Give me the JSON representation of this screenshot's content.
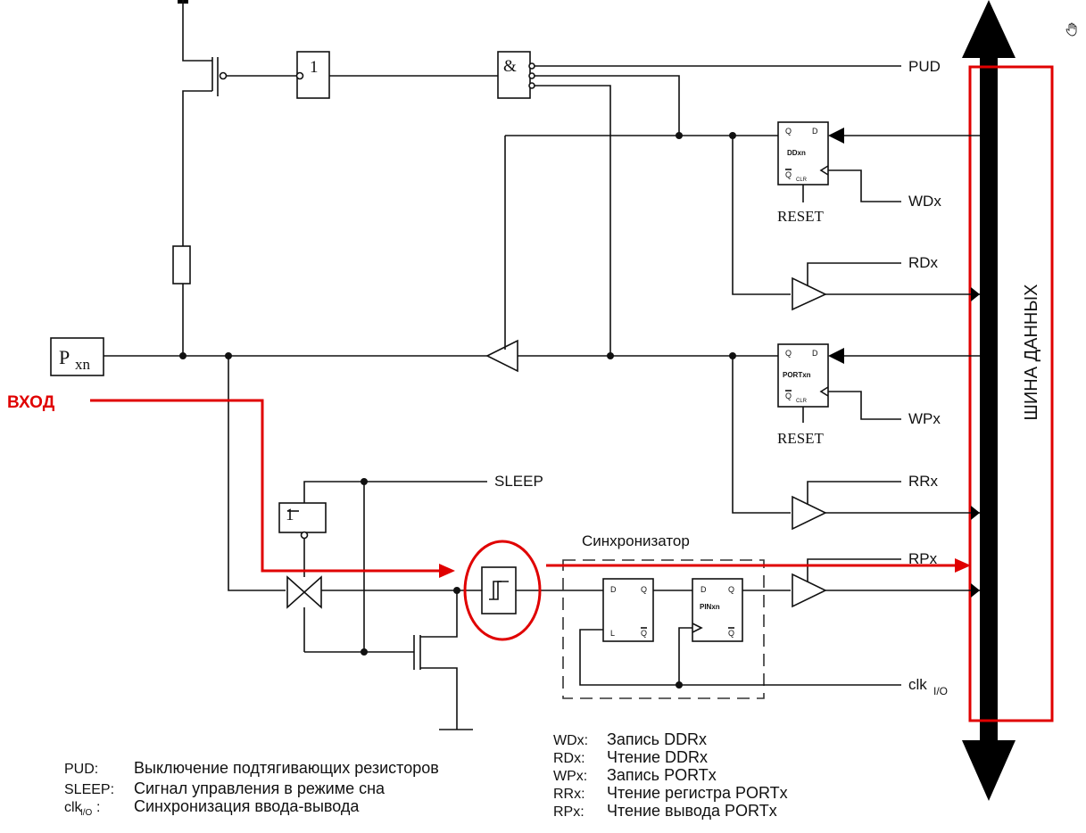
{
  "signals": {
    "pud": "PUD",
    "wdx": "WDx",
    "rdx": "RDx",
    "wpx": "WPx",
    "rrx": "RRx",
    "rpx": "RPx",
    "sleep": "SLEEP",
    "clk_main": "clk",
    "clk_sub": "I/O",
    "reset_ddxn": "RESET",
    "reset_portxn": "RESET"
  },
  "pin": {
    "main": "P",
    "sub": "xn"
  },
  "gates": {
    "or_top": "1",
    "and_top": "&",
    "inverter_sleep": "1"
  },
  "flipflops": {
    "ddxn": {
      "name": "DDxn",
      "q": "Q",
      "d": "D",
      "qbar": "Q",
      "clr": "CLR"
    },
    "portxn": {
      "name": "PORTxn",
      "q": "Q",
      "d": "D",
      "qbar": "Q",
      "clr": "CLR"
    },
    "latch": {
      "d": "D",
      "q": "Q",
      "l": "L",
      "qbar": "Q"
    },
    "pinxn": {
      "name": "PINxn",
      "d": "D",
      "q": "Q",
      "qbar": "Q"
    }
  },
  "synchronizer_label": "Синхронизатор",
  "input_annotation": "ВХОД",
  "bus_label": "ШИНА ДАННЫХ",
  "legend_left": [
    {
      "key": "PUD:",
      "text": "Выключение подтягивающих резисторов"
    },
    {
      "key": "SLEEP:",
      "text": "Сигнал управления в режиме сна"
    },
    {
      "key": "clk",
      "key_sub": "I/O",
      "key_suffix": ":",
      "text": "Синхронизация ввода-вывода"
    }
  ],
  "legend_right": [
    {
      "key": "WDx:",
      "text": "Запись DDRx"
    },
    {
      "key": "RDx:",
      "text": "Чтение DDRx"
    },
    {
      "key": "WPx:",
      "text": "Запись PORTx"
    },
    {
      "key": "RRx:",
      "text": "Чтение регистра PORTx"
    },
    {
      "key": "RPx:",
      "text": "Чтение вывода PORTx"
    }
  ],
  "colors": {
    "highlight": "#e00000",
    "ink": "#111111"
  },
  "icons": {
    "cursor": "hand-cursor-icon"
  }
}
